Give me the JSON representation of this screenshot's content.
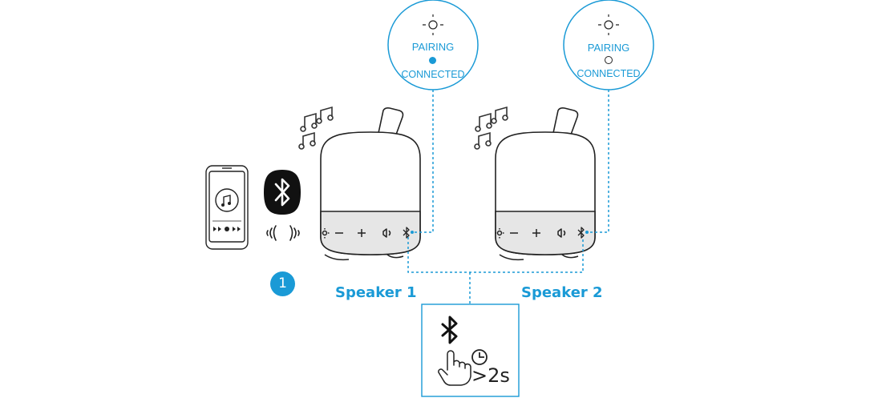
{
  "colors": {
    "accent": "#1a9ad6",
    "stroke": "#222222",
    "speaker_fill": "#ffffff",
    "panel_band": "#e6e6e6"
  },
  "step_number": "1",
  "speakers": [
    {
      "label": "Speaker 1",
      "status": {
        "pairing": "PAIRING",
        "connected": "CONNECTED",
        "indicator": "filled"
      }
    },
    {
      "label": "Speaker 2",
      "status": {
        "pairing": "PAIRING",
        "connected": "CONNECTED",
        "indicator": "hollow"
      }
    }
  ],
  "instruction": {
    "icons": [
      "bluetooth-icon",
      "finger-press-icon",
      "clock-icon"
    ],
    "duration_text": ">2s"
  },
  "icons": [
    "smartphone-icon",
    "bluetooth-badge-icon",
    "signal-waves-icon",
    "music-notes-icon",
    "light-icon",
    "minus-icon",
    "plus-icon",
    "party-mode-icon",
    "bluetooth-icon"
  ]
}
